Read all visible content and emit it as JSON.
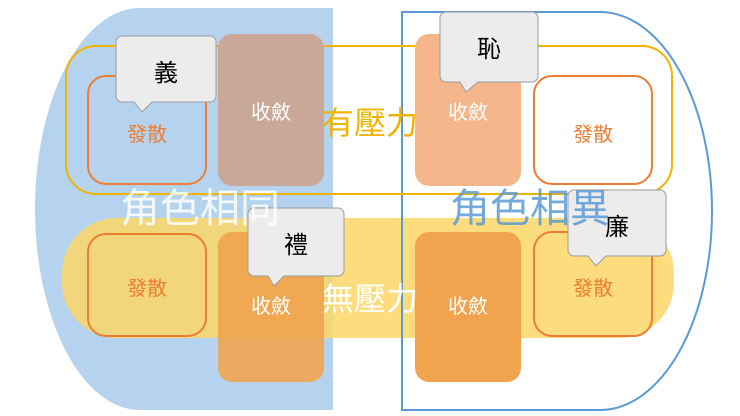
{
  "quadrants": {
    "top_left": {
      "callout": "義",
      "boxes": [
        "發散",
        "收斂"
      ]
    },
    "top_right": {
      "callout": "恥",
      "boxes": [
        "收斂",
        "發散"
      ]
    },
    "bottom_left": {
      "callout": "禮",
      "boxes": [
        "發散",
        "收斂"
      ]
    },
    "bottom_right": {
      "callout": "廉",
      "boxes": [
        "收斂",
        "發散"
      ]
    }
  },
  "rows": {
    "top": "有壓力",
    "bottom": "無壓力"
  },
  "columns": {
    "left": "角色相同",
    "right": "角色相異"
  },
  "colors": {
    "blue_region": "#b5d3ee",
    "blue_outline": "#5b9bd5",
    "yellow_band": "#fcd666",
    "gold_outline": "#f0b400",
    "orange_outline": "#ed7d31",
    "dark_orange_fill": "#f0a44e",
    "light_orange_fill": "#f6b68c",
    "taupe_fill": "#c9a898"
  }
}
